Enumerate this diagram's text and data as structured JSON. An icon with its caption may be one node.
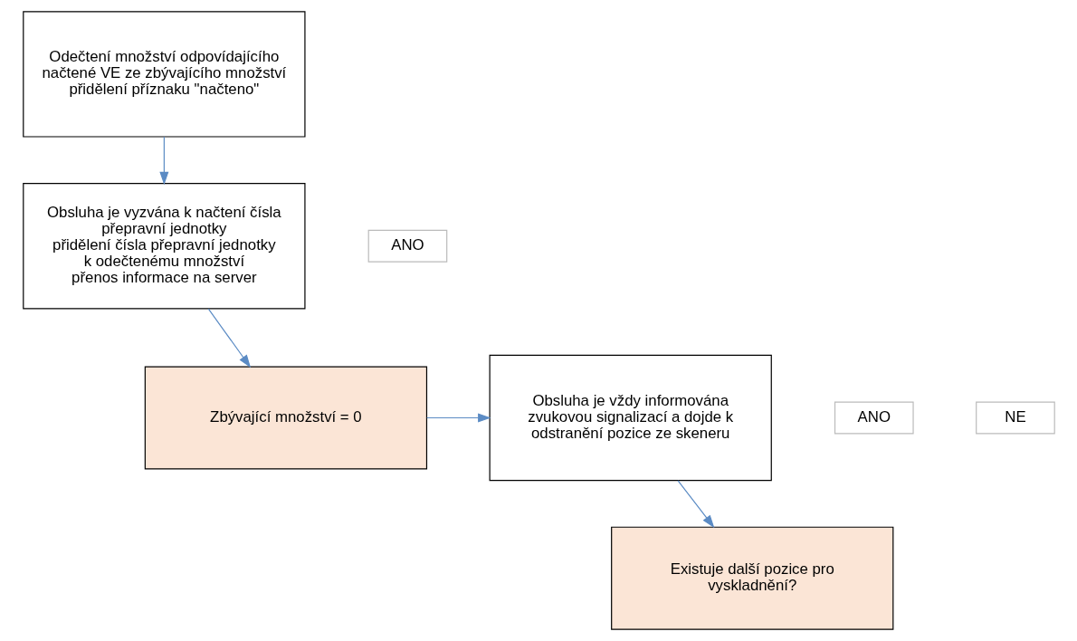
{
  "diagram": {
    "nodes": [
      {
        "text": [
          "Odečtení množství odpovídajícího načtené VE ze zbývajícího množství",
          "přidělení příznaku \"načteno\""
        ]
      },
      {
        "text": [
          "ANO"
        ]
      },
      {
        "text": [
          "Existuje další pozice pro vyskladnění?"
        ]
      },
      {
        "text": [
          "Obsluha je vyzvána k načtení čísla přepravní jednotky",
          "přidělení čísla přepravní jednotky k odečtenému množství",
          "přenos informace na server"
        ]
      },
      {
        "text": [
          "ANO"
        ]
      },
      {
        "text": [
          "NE"
        ]
      },
      {
        "text": [
          "Obsluha je vždy informována zvukovou signalizací a dojde k odstranění pozice ze skeneru"
        ]
      },
      {
        "text": [
          "Zbývající množství = 0"
        ]
      }
    ],
    "edges": [
      {
        "from": 0,
        "to": 3,
        "arrow": "to"
      },
      {
        "from": 3,
        "to": 7,
        "arrow": "to"
      },
      {
        "from": 7,
        "to": 6,
        "arrow": "to"
      },
      {
        "from": 6,
        "to": 2,
        "arrow": "to"
      }
    ]
  }
}
